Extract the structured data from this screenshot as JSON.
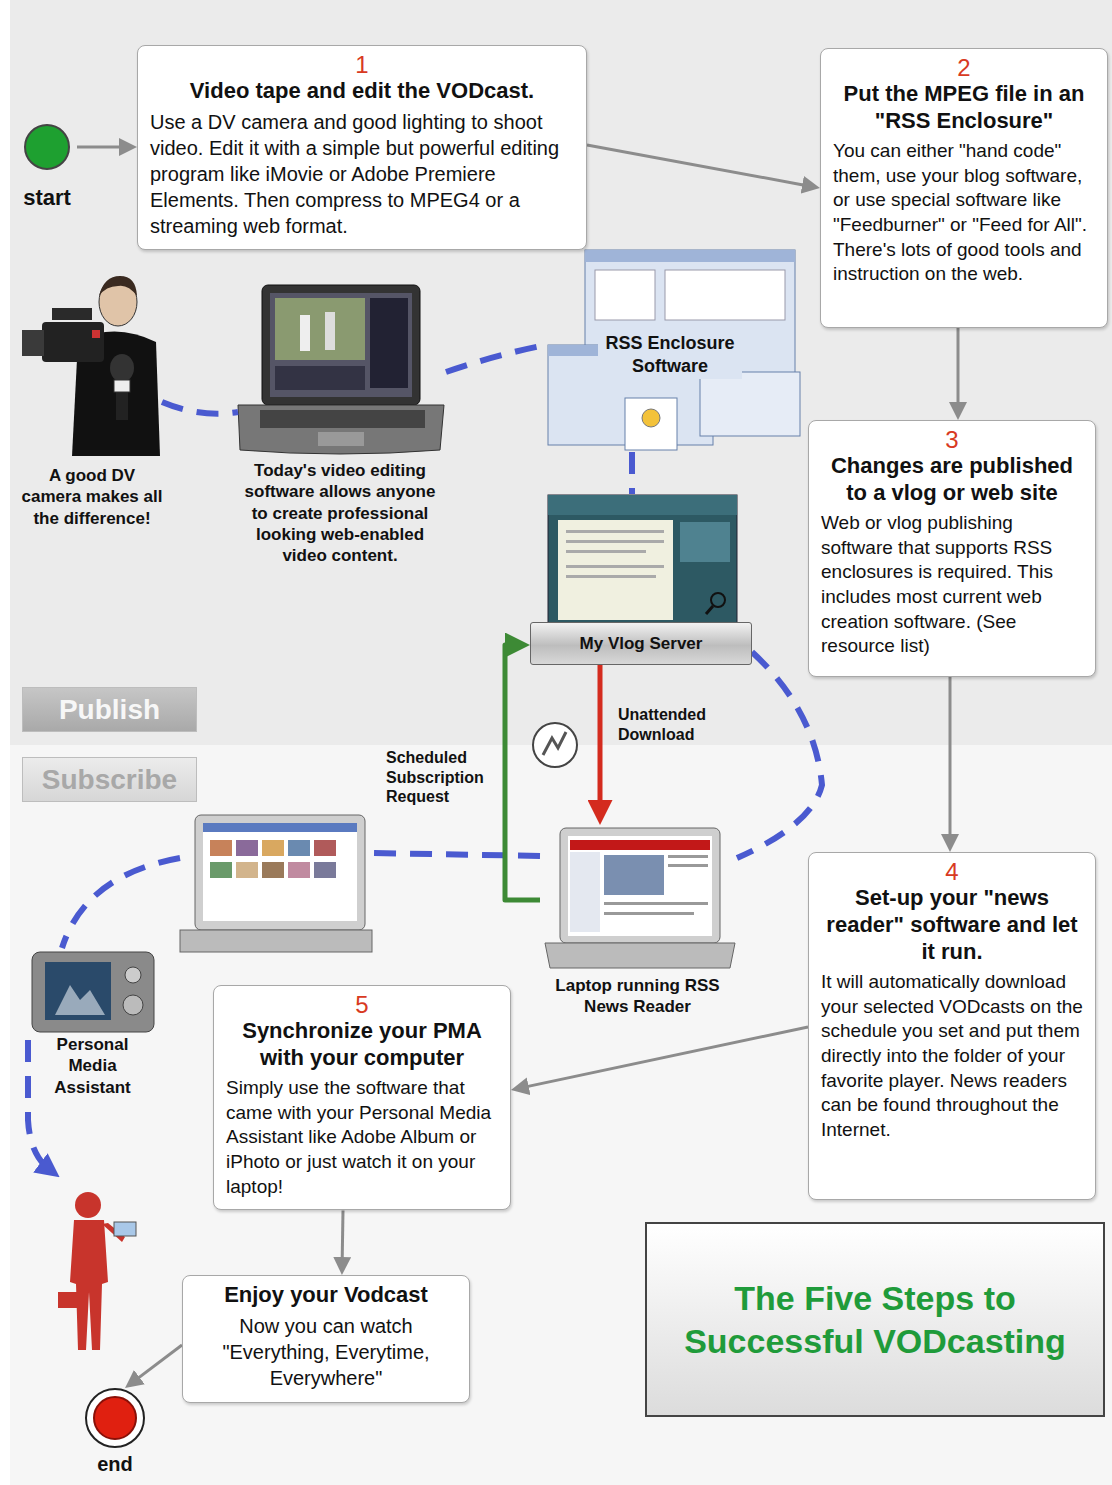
{
  "diagram": {
    "title": "The Five Steps to Successful VODcasting",
    "nodes": [
      {
        "text": [
          "start"
        ]
      },
      {
        "text": [
          "1",
          "Video tape and edit the VODcast.",
          "Use a DV camera and good lighting to shoot video. Edit it with a simple but powerful editing program like iMovie or Adobe Premiere Elements. Then compress to MPEG4 or a streaming web format."
        ]
      },
      {
        "text": [
          "2",
          "Put the MPEG file in an \"RSS Enclosure\"",
          "You can either \"hand code\" them, use your blog software, or use special software like \"Feedburner\" or \"Feed for All\". There's lots of good tools and instruction on the web."
        ]
      },
      {
        "text": [
          "3",
          "Changes are published to a vlog or web site",
          "Web or vlog publishing software that supports RSS enclosures is required. This includes most current web creation software. (See resource list)"
        ]
      },
      {
        "text": [
          "My Vlog Server"
        ]
      },
      {
        "text": [
          "Publish"
        ]
      },
      {
        "text": [
          "Subscribe"
        ]
      },
      {
        "text": [
          "Laptop running RSS News Reader"
        ]
      },
      {
        "text": [
          "4",
          "Set-up your \"news reader\" software and let it run.",
          "It will automatically download your selected VODcasts on the schedule you set and put them directly into the folder of your favorite player. News readers can be found throughout the Internet."
        ]
      },
      {
        "text": [
          "5",
          "Synchronize your PMA with your computer",
          "Simply use the software that came with your Personal Media Assistant like Adobe Album or iPhoto or just watch it on your laptop!"
        ]
      },
      {
        "text": [
          "Enjoy your Vodcast",
          "Now you can watch \"Everything, Everytime, Everywhere\""
        ]
      },
      {
        "text": [
          "end"
        ]
      }
    ],
    "edges": [
      {
        "from": 0,
        "to": 1,
        "arrow": "to"
      },
      {
        "from": 1,
        "to": 2,
        "arrow": "to"
      },
      {
        "from": 2,
        "to": 3,
        "arrow": "to"
      },
      {
        "from": 3,
        "to": 8,
        "arrow": "to"
      },
      {
        "from": 4,
        "to": 7,
        "label": "Unattended Download",
        "arrow": "to"
      },
      {
        "from": 7,
        "to": 4,
        "label": "Scheduled Subscription Request",
        "arrow": "to"
      },
      {
        "from": 8,
        "to": 9,
        "arrow": "to"
      },
      {
        "from": 9,
        "to": 10,
        "arrow": "to"
      },
      {
        "from": 10,
        "to": 11,
        "arrow": "to"
      }
    ],
    "labels": [
      "A good DV camera makes all the difference!",
      "Today's video editing software allows anyone to create professional looking web-enabled video content.",
      "RSS Enclosure Software",
      "Personal Media Assistant"
    ]
  }
}
